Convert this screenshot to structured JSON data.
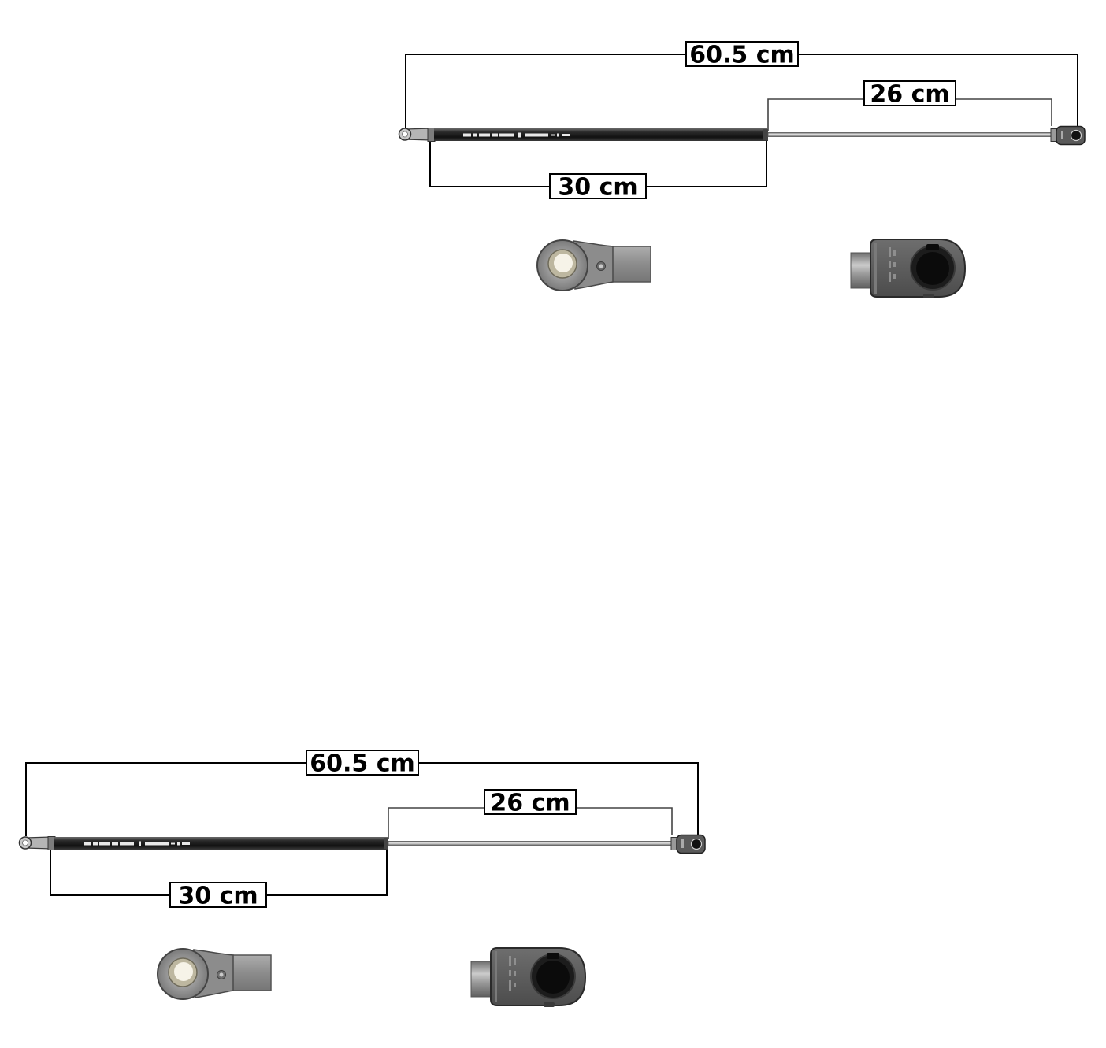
{
  "figures": [
    {
      "dimension_overall": "60.5 cm",
      "dimension_rod": "26 cm",
      "dimension_body": "30 cm"
    },
    {
      "dimension_overall": "60.5 cm",
      "dimension_rod": "26 cm",
      "dimension_body": "30 cm"
    }
  ]
}
